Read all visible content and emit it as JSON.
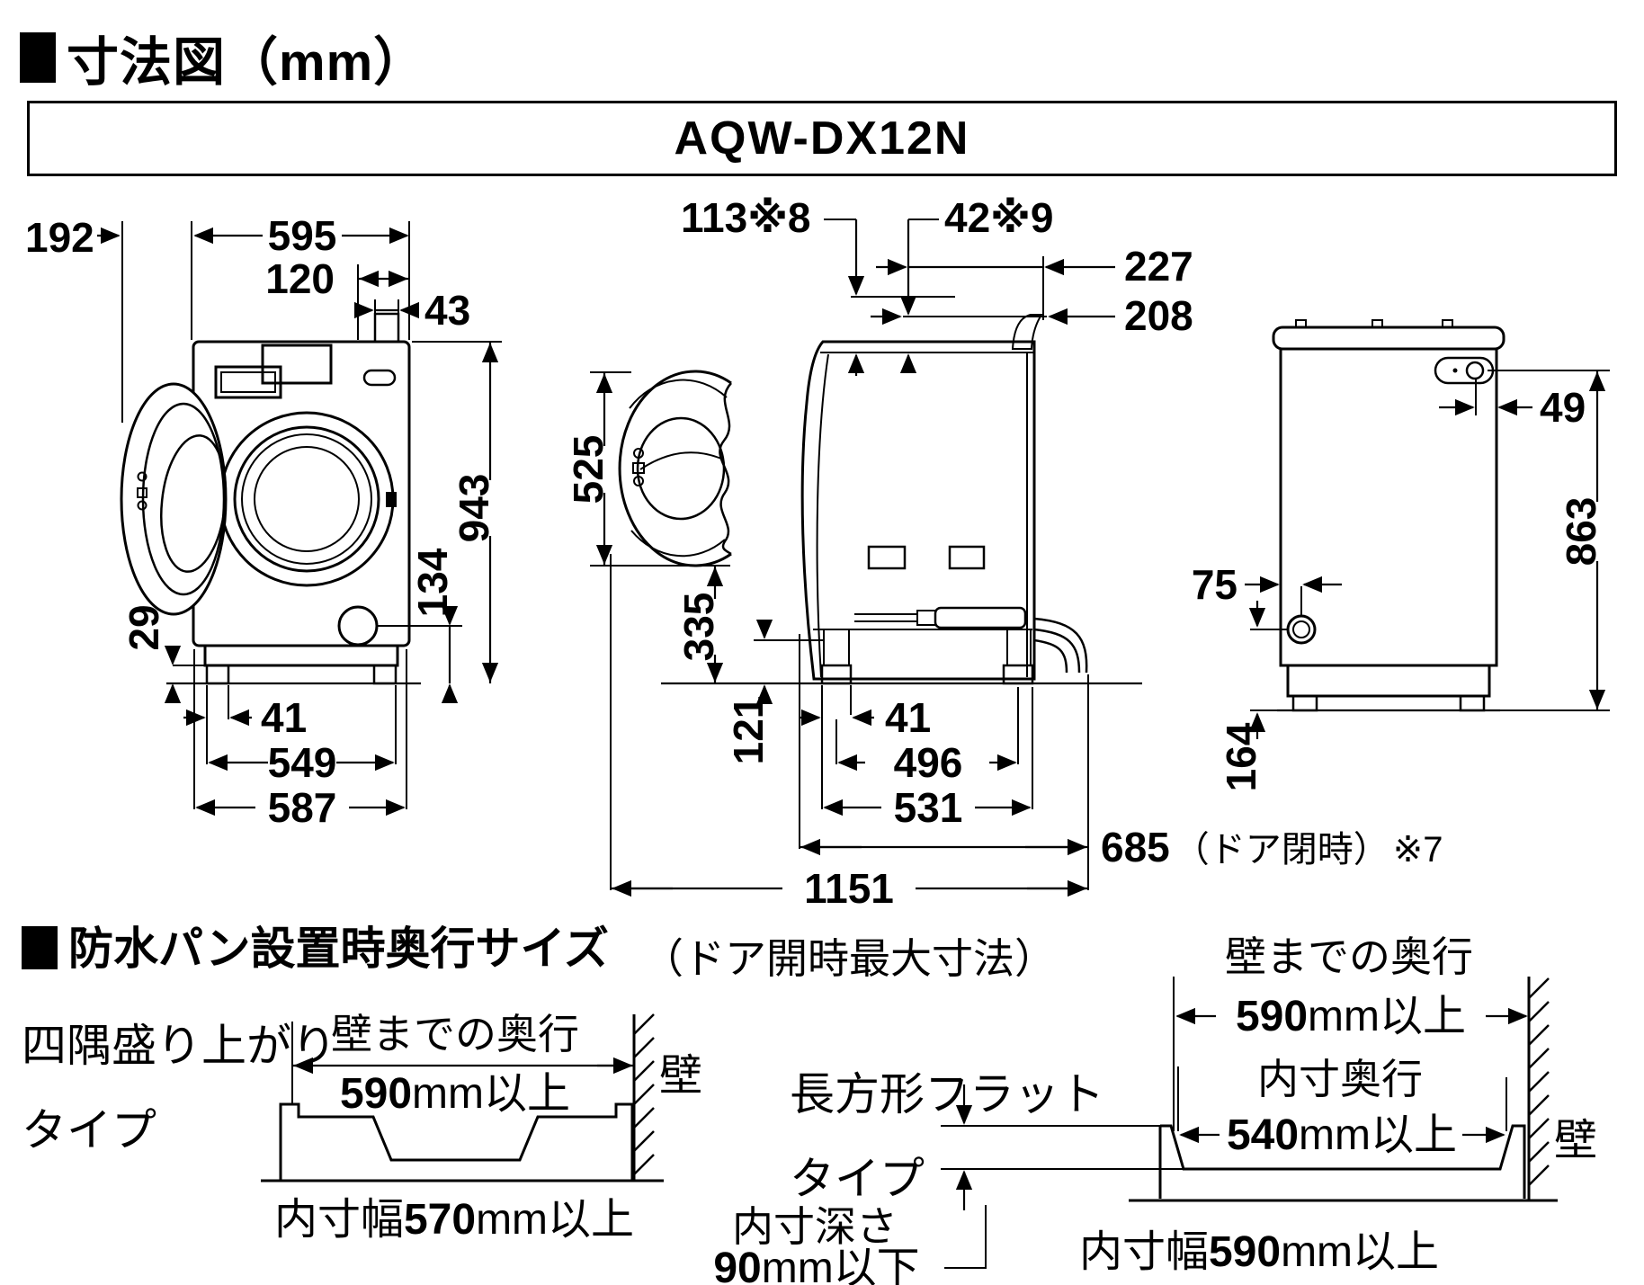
{
  "header": {
    "section_title": "寸法図（mm）",
    "model": "AQW-DX12N"
  },
  "front_view": {
    "door_protrusion": "192",
    "width": "595",
    "panel_offset": "120",
    "panel_width": "43",
    "height": "943",
    "drain_filter_height": "134",
    "foot_height": "29",
    "foot_width": "41",
    "feet_span": "549",
    "base_width": "587"
  },
  "side_view": {
    "top_clearance_rear": "113※8",
    "top_clearance_front": "42※9",
    "rear_depth_upper": "227",
    "rear_depth_lower": "208",
    "door_diameter": "525",
    "door_bottom_height": "335",
    "under_clearance": "121",
    "foot_width": "41",
    "feet_inner_span": "496",
    "feet_outer_span": "531",
    "depth_closed": "685",
    "depth_closed_note": "（ドア閉時）",
    "depth_closed_ref": "※7",
    "depth_door_open": "1151",
    "depth_door_open_note": "（ドア開時最大寸法）"
  },
  "rear_view": {
    "inlet_offset": "49",
    "inlet_height": "863",
    "drain_offset": "75",
    "drain_height": "164"
  },
  "pan_section": {
    "title": "防水パン設置時奥行サイズ",
    "left_pan": {
      "type_line1": "四隅盛り上がり",
      "type_line2": "タイプ",
      "wall_depth_label": "壁までの奥行",
      "wall_depth_value": "590",
      "wall_depth_unit": "mm以上",
      "wall_label": "壁",
      "inner_width_label": "内寸幅",
      "inner_width_value": "570",
      "inner_width_unit": "mm以上"
    },
    "right_pan": {
      "type_line1": "長方形フラット",
      "type_line2": "タイプ",
      "wall_depth_label": "壁までの奥行",
      "wall_depth_value": "590",
      "wall_depth_unit": "mm以上",
      "inner_depth_label": "内寸奥行",
      "inner_depth_value": "540",
      "inner_depth_unit": "mm以上",
      "pan_depth_label": "内寸深さ",
      "pan_depth_value": "90",
      "pan_depth_unit": "mm以下",
      "wall_label": "壁",
      "inner_width_label": "内寸幅",
      "inner_width_value": "590",
      "inner_width_unit": "mm以上"
    }
  }
}
